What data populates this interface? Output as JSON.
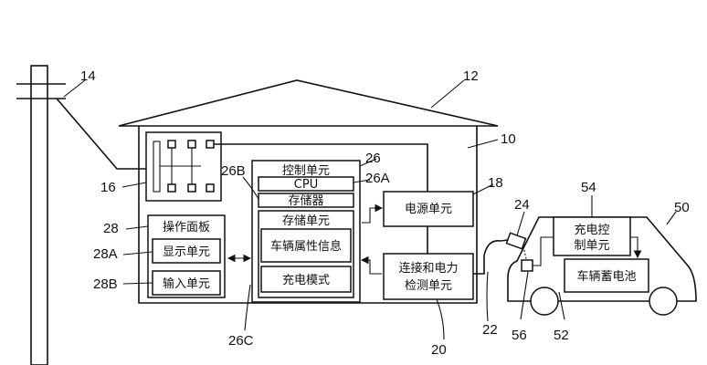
{
  "labels": {
    "control_unit": "控制单元",
    "cpu": "CPU",
    "memory": "存储器",
    "storage_unit": "存储单元",
    "vehicle_attr": "车辆属性信息",
    "charge_mode": "充电模式",
    "op_panel": "操作面板",
    "display_unit": "显示单元",
    "input_unit": "输入单元",
    "power_unit": "电源单元",
    "conn_detect_1": "连接和电力",
    "conn_detect_2": "检测单元",
    "charge_ctrl_1": "充电控",
    "charge_ctrl_2": "制单元",
    "vehicle_battery": "车辆蓄电池"
  },
  "refs": {
    "r10": "10",
    "r12": "12",
    "r14": "14",
    "r16": "16",
    "r18": "18",
    "r20": "20",
    "r22": "22",
    "r24": "24",
    "r26": "26",
    "r26a": "26A",
    "r26b": "26B",
    "r26c": "26C",
    "r28": "28",
    "r28a": "28A",
    "r28b": "28B",
    "r50": "50",
    "r52": "52",
    "r54": "54",
    "r56": "56"
  }
}
